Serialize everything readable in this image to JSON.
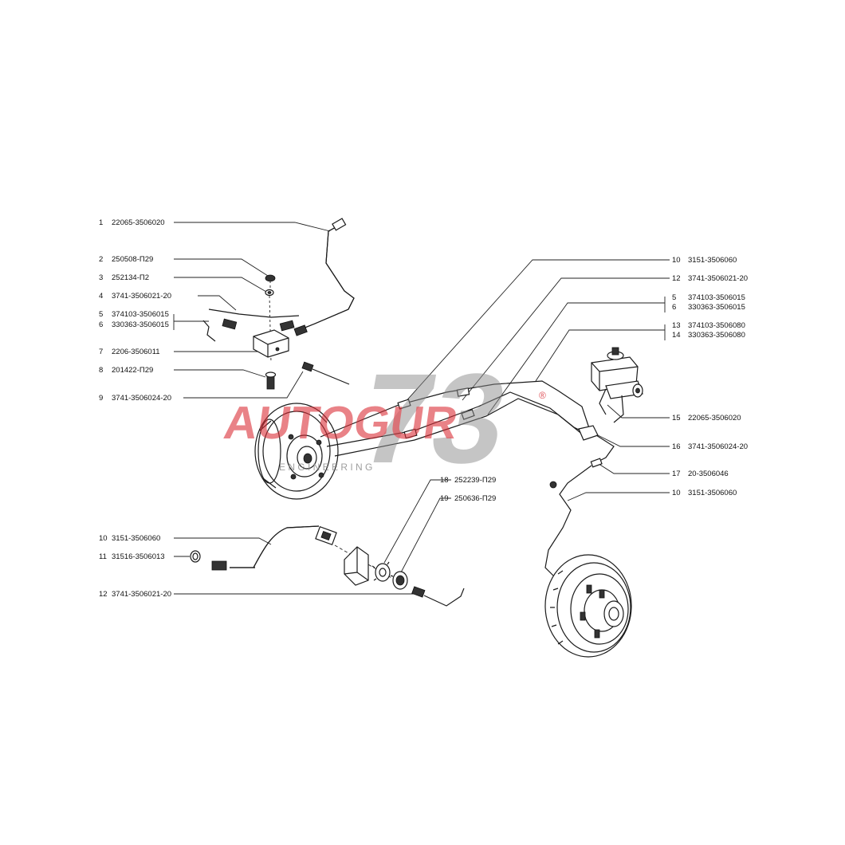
{
  "colors": {
    "watermark_red": "#d92d35",
    "watermark_gray": "#8a8a8a",
    "line": "#222222"
  },
  "callouts_left": [
    {
      "num": "1",
      "code": "22065-3506020"
    },
    {
      "num": "2",
      "code": "250508-П29"
    },
    {
      "num": "3",
      "code": "252134-П2"
    },
    {
      "num": "4",
      "code": "3741-3506021-20"
    },
    {
      "num": "5",
      "code": "374103-3506015"
    },
    {
      "num": "6",
      "code": "330363-3506015"
    },
    {
      "num": "7",
      "code": "2206-3506011"
    },
    {
      "num": "8",
      "code": "201422-П29"
    },
    {
      "num": "9",
      "code": "3741-3506024-20"
    }
  ],
  "callouts_right": [
    {
      "num": "10",
      "code": "3151-3506060"
    },
    {
      "num": "12",
      "code": "3741-3506021-20"
    },
    {
      "num": "5",
      "code": "374103-3506015"
    },
    {
      "num": "6",
      "code": "330363-3506015"
    },
    {
      "num": "13",
      "code": "374103-3506080"
    },
    {
      "num": "14",
      "code": "330363-3506080"
    },
    {
      "num": "15",
      "code": "22065-3506020"
    },
    {
      "num": "16",
      "code": "3741-3506024-20"
    },
    {
      "num": "17",
      "code": "20-3506046"
    },
    {
      "num": "10",
      "code": "3151-3506060"
    }
  ],
  "callouts_middle": [
    {
      "num": "18",
      "code": "252239-П29"
    },
    {
      "num": "19",
      "code": "250636-П29"
    }
  ],
  "callouts_bottom": [
    {
      "num": "10",
      "code": "3151-3506060"
    },
    {
      "num": "11",
      "code": "31516-3506013"
    },
    {
      "num": "12",
      "code": "3741-3506021-20"
    }
  ],
  "watermark": {
    "brand": "AUTOGUR",
    "number": "73",
    "tagline": "E N G I N E E R I N G",
    "registered": "®"
  },
  "icons": [
    "brake-drum-front",
    "brake-drum-rear",
    "master-cylinder",
    "tee-block",
    "brake-hose",
    "brake-pipe"
  ]
}
